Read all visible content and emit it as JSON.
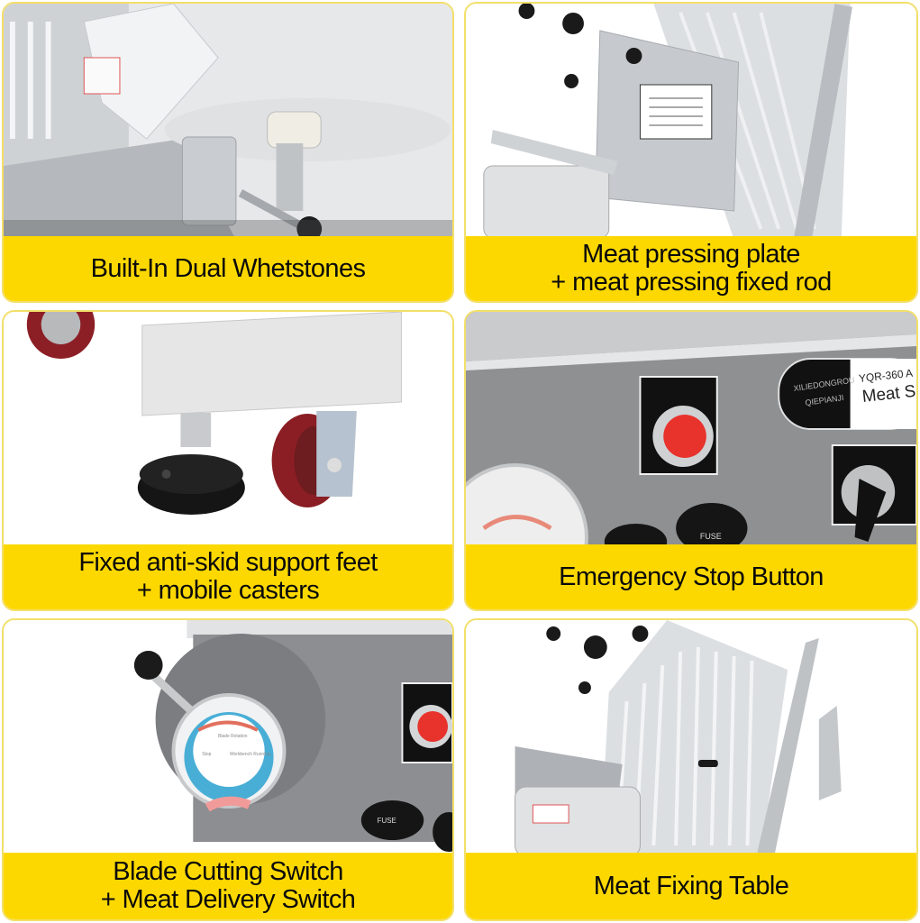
{
  "panels": [
    {
      "id": "whetstones",
      "caption_lines": [
        "Built-In Dual Whetstones"
      ],
      "photo_subject": "meat slicer blade sharpener with two white whetstones"
    },
    {
      "id": "pressing-plate",
      "caption_lines": [
        "Meat pressing plate",
        "+ meat pressing fixed rod"
      ],
      "photo_subject": "meat pressing plate with warning label and black knobs"
    },
    {
      "id": "support-feet",
      "caption_lines": [
        "Fixed anti-skid support feet",
        "+ mobile casters"
      ],
      "photo_subject": "black leveling foot and red caster wheel"
    },
    {
      "id": "emergency-stop",
      "caption_lines": [
        "Emergency Stop Button"
      ],
      "photo_subject": "control panel with red stop button",
      "nameplate": {
        "brand_line1": "XILIEDONGROU",
        "brand_line2": "QIEPIANJI",
        "model": "YQR-360 A",
        "product": "Meat S"
      },
      "fuse_label": "FUSE"
    },
    {
      "id": "blade-switch",
      "caption_lines": [
        "Blade Cutting Switch",
        "+ Meat Delivery Switch"
      ],
      "photo_subject": "rotary lever switch dial",
      "dial_labels": {
        "top": "Blade Rotation",
        "left": "Stop",
        "right": "Workbench Running"
      },
      "fuse_label": "FUSE"
    },
    {
      "id": "fixing-table",
      "caption_lines": [
        "Meat Fixing Table"
      ],
      "photo_subject": "ribbed aluminum meat carriage table"
    }
  ],
  "colors": {
    "caption_bg": "#fdd800",
    "panel_border": "#f3df6a",
    "caption_text": "#0a0a0a",
    "stop_red": "#e8322c",
    "control_panel_gray": "#8e9092"
  }
}
